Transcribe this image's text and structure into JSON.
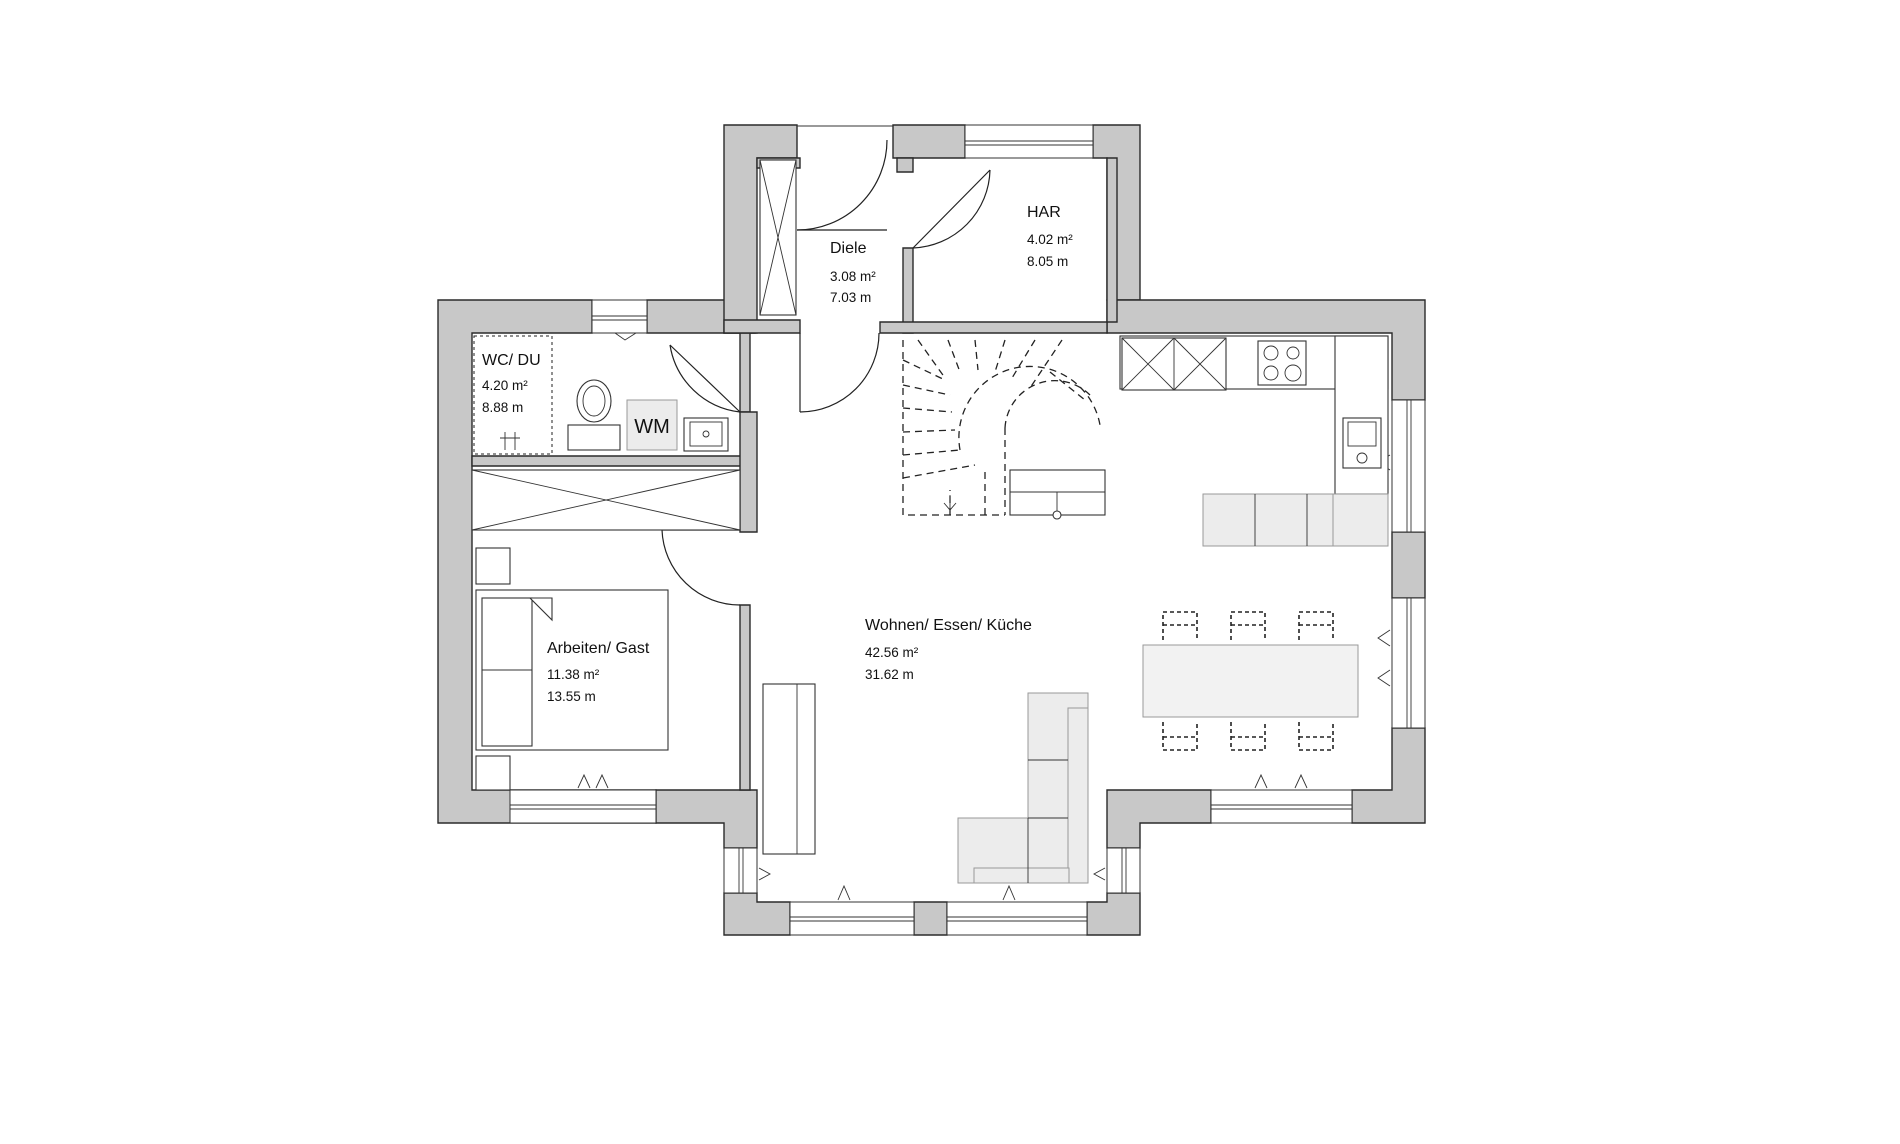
{
  "rooms": [
    {
      "id": "diele",
      "name": "Diele",
      "area": "3.08 m²",
      "perimeter": "7.03 m"
    },
    {
      "id": "har",
      "name": "HAR",
      "area": "4.02 m²",
      "perimeter": "8.05 m"
    },
    {
      "id": "wc",
      "name": "WC/ DU",
      "area": "4.20 m²",
      "perimeter": "8.88 m"
    },
    {
      "id": "arbeiten",
      "name": "Arbeiten/ Gast",
      "area": "11.38 m²",
      "perimeter": "13.55 m"
    },
    {
      "id": "wohnen",
      "name": "Wohnen/ Essen/ Küche",
      "area": "42.56 m²",
      "perimeter": "31.62 m"
    }
  ],
  "fixtures": {
    "washing_machine_label": "WM"
  }
}
